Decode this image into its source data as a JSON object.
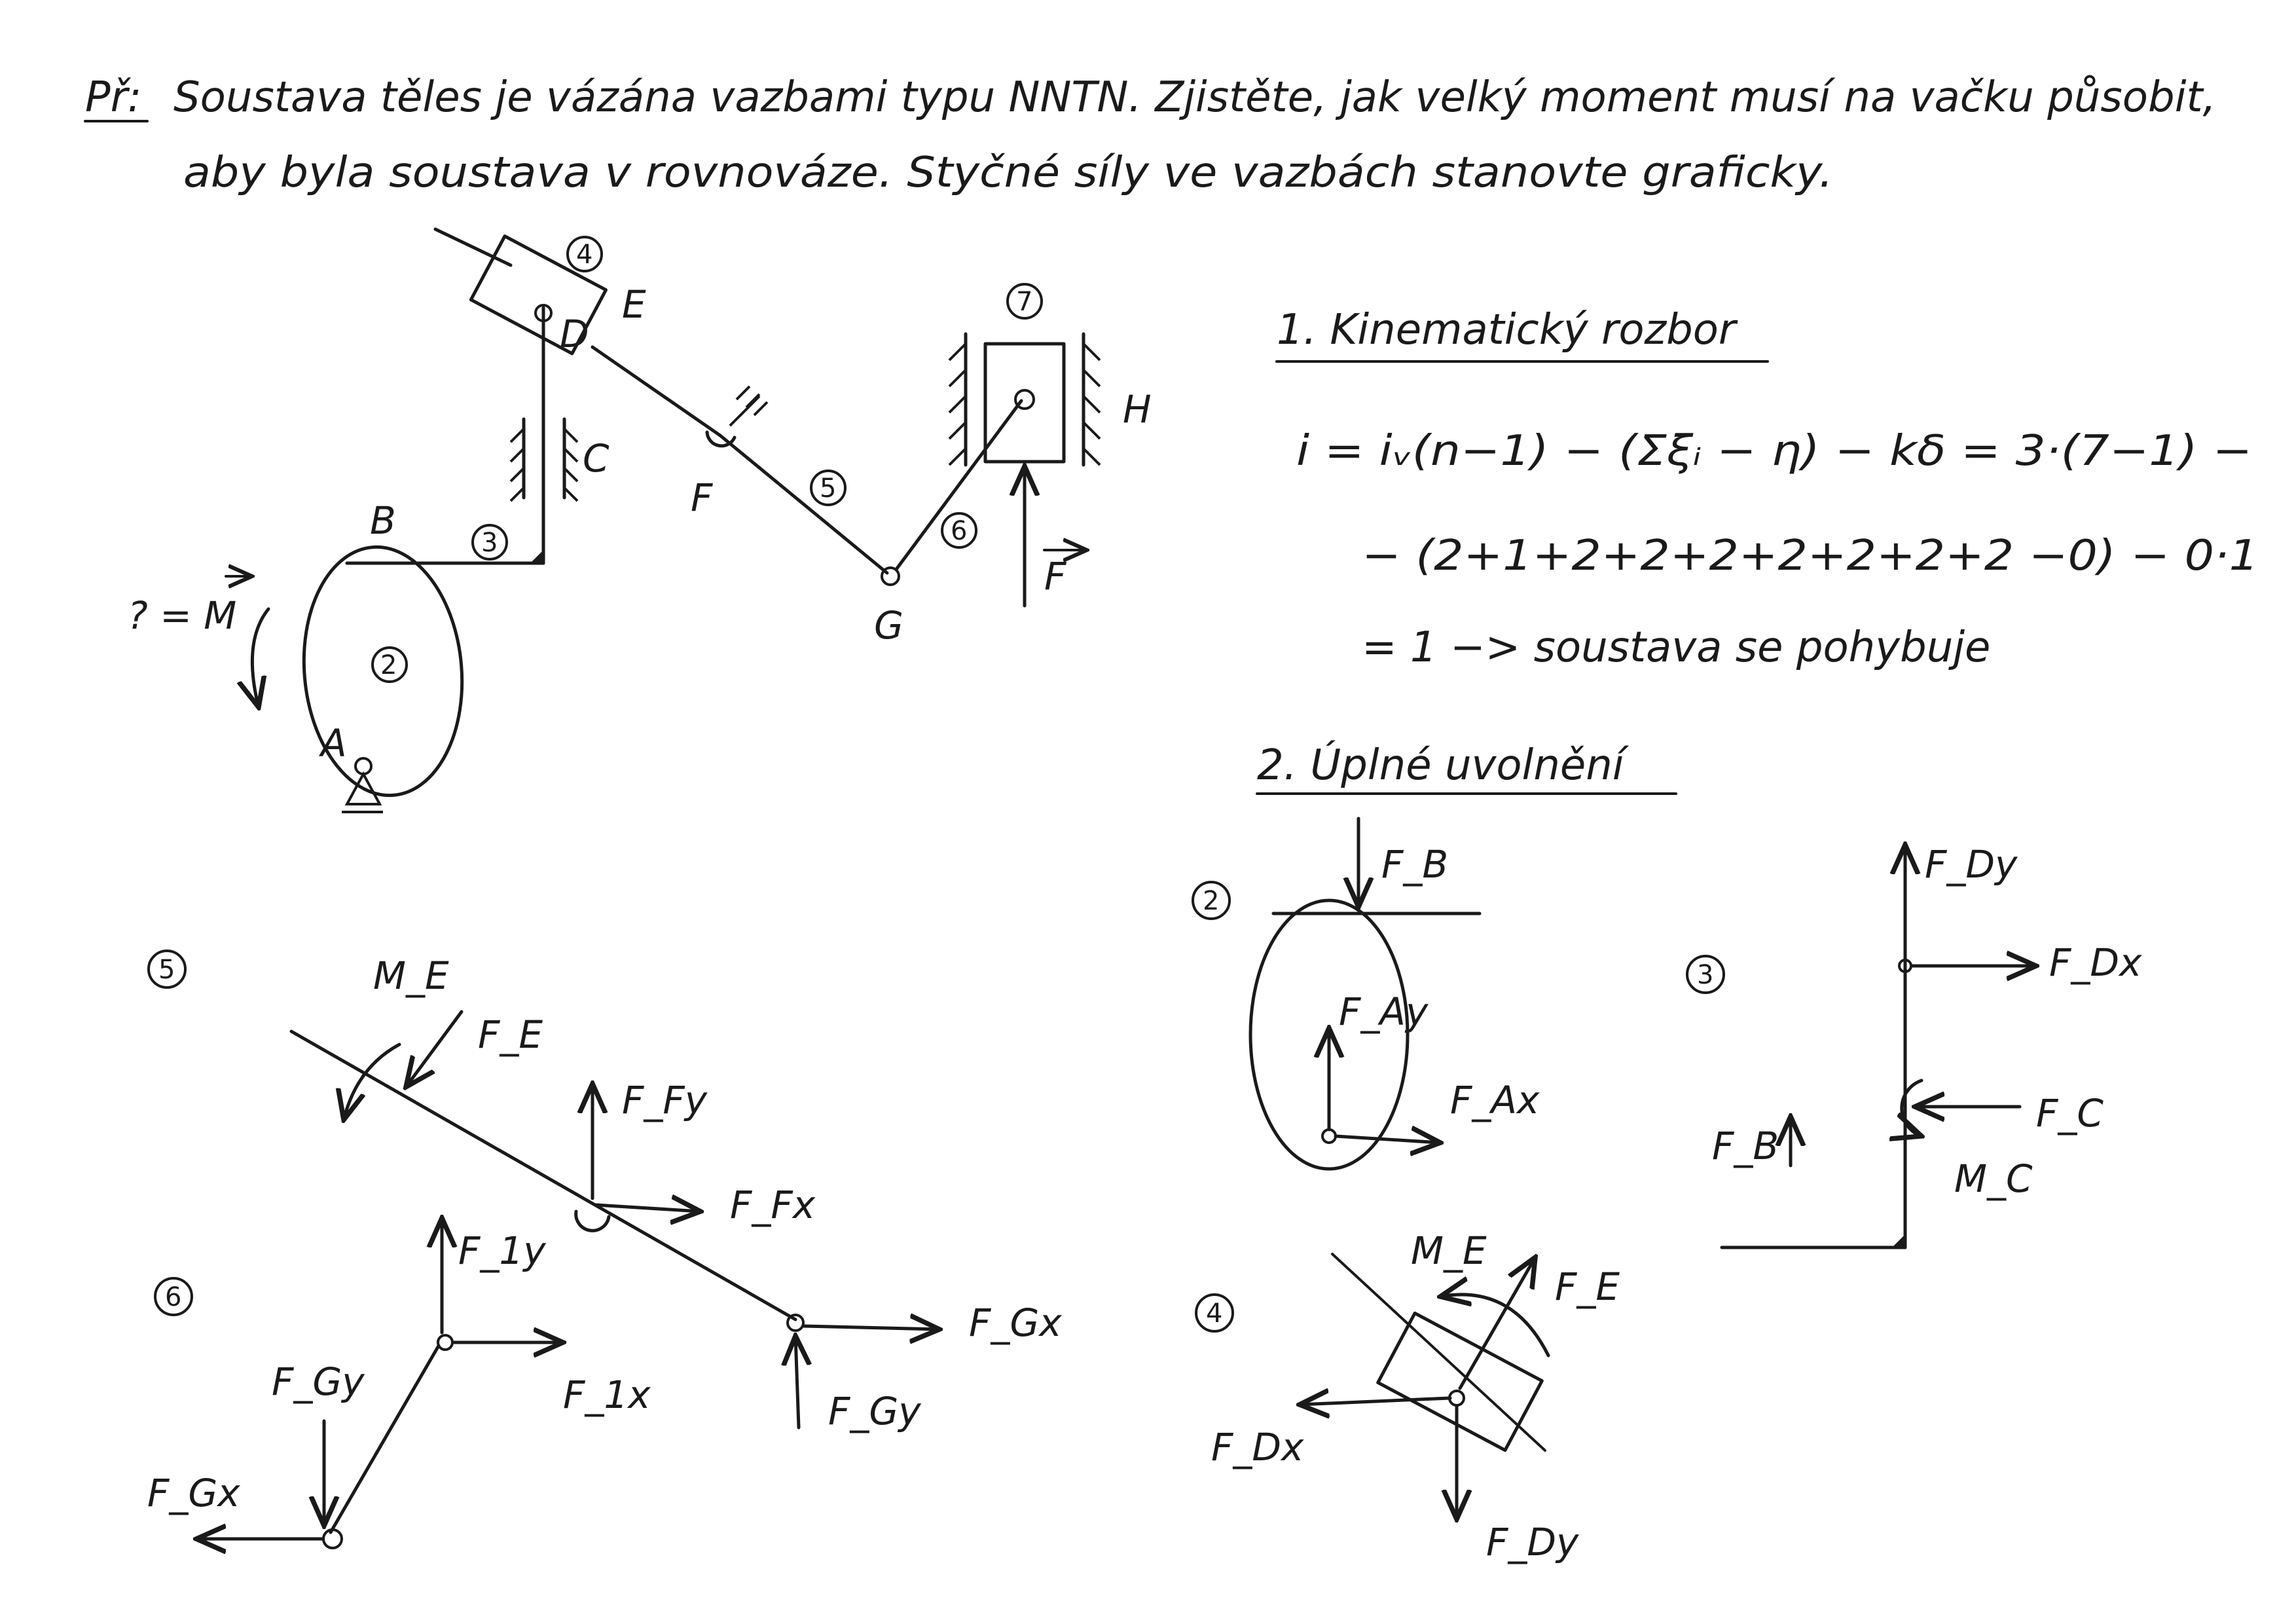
{
  "problem": {
    "prefix": "Př:",
    "line1": "Soustava těles je vázána vazbami typu NNTN. Zjistěte, jak velký moment musí na vačku působit,",
    "line2": "aby byla soustava v rovnováze. Styčné síly ve vazbách stanovte graficky."
  },
  "mechanism": {
    "labels": {
      "A": "A",
      "B": "B",
      "C": "C",
      "D": "D",
      "E": "E",
      "F": "F",
      "G": "G",
      "H": "H",
      "moment": "? = M",
      "force": "F"
    },
    "bodies": [
      "2",
      "3",
      "4",
      "5",
      "6",
      "7"
    ]
  },
  "kinematic": {
    "heading": "1. Kinematický rozbor",
    "eq1": "i = iᵥ(n−1) − (Σξᵢ − η) − kδ = 3·(7−1) −",
    "eq2": "− (2+1+2+2+2+2+2+2+2 −0) − 0·1",
    "eq3": "= 1  −>  soustava se pohybuje"
  },
  "release": {
    "heading": "2. Úplné uvolnění"
  },
  "fbd": {
    "body2": {
      "id": "2",
      "forces": [
        "F_B",
        "F_Ay",
        "F_Ax"
      ]
    },
    "body3": {
      "id": "3",
      "forces": [
        "F_Dy",
        "F_Dx",
        "F_C",
        "F_B",
        "M_C"
      ]
    },
    "body4": {
      "id": "4",
      "forces": [
        "M_E",
        "F_E",
        "F_Dx",
        "F_Dy"
      ]
    },
    "body5": {
      "id": "5",
      "forces": [
        "M_E",
        "F_E",
        "F_Fy",
        "F_Fx",
        "F_Gx",
        "F_Gy"
      ]
    },
    "body6": {
      "id": "6",
      "forces": [
        "F_1y",
        "F_1x",
        "F_Gy",
        "F_Gx"
      ]
    }
  }
}
